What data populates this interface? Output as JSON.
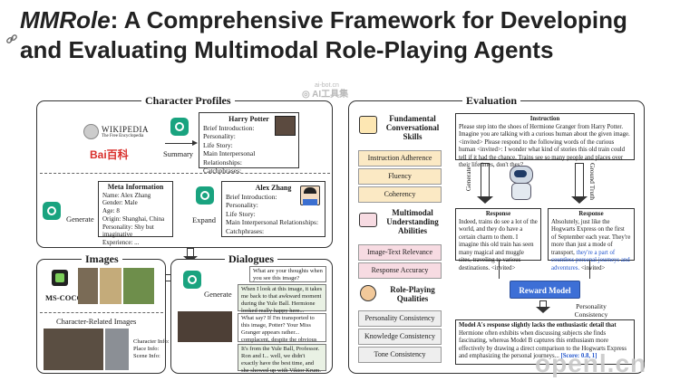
{
  "headline": {
    "title_italic": "MMRole",
    "title_line1_rest": ": A Comprehensive Framework for Developing",
    "title_line2": "and Evaluating Multimodal Role-Playing Agents"
  },
  "watermarks": {
    "top_small": "ai-bot.cn",
    "top_brand": "AI工具集",
    "bottom": "openl.cn"
  },
  "character_profiles": {
    "title": "Character Profiles",
    "wikipedia_name": "WIKIPEDIA",
    "wikipedia_tagline": "The Free Encyclopedia",
    "baidu": "Bai百科",
    "summary_label": "Summary",
    "generate_label": "Generate",
    "expand_label": "Expand",
    "harry": {
      "name": "Harry Potter",
      "lines": [
        "Brief Introduction:",
        "Personality:",
        "Life Story:",
        "Main Interpersonal Relationships:",
        "Catchphrases:"
      ]
    },
    "meta": {
      "title": "Meta Information",
      "lines": [
        "Name: Alex Zhang",
        "Gender: Male",
        "Age: 8",
        "Origin: Shanghai, China",
        "Personality: Shy but imaginative",
        "Experience: ..."
      ]
    },
    "alex": {
      "name": "Alex Zhang",
      "lines": [
        "Brief Introduction:",
        "Personality:",
        "Life Story:",
        "Main Interpersonal Relationships:",
        "Catchphrases:"
      ]
    }
  },
  "images": {
    "title": "Images",
    "mscoco": "MS-COCO",
    "character_related": "Character-Related Images",
    "info_lines": [
      "Character Info:",
      "Place Info:",
      "Scene Info:"
    ]
  },
  "dialogues": {
    "title": "Dialogues",
    "generate_label": "Generate",
    "messages": [
      "What are your thoughts when you see this image?",
      "When I look at this image, it takes me back to that awkward moment during the Yule Ball. Hermione looked really happy here...<invited>",
      "What say? If I'm transported to this image, Potter? Your Miss Granger appears rather... complacent, despite the obvious plight from Mr Weasley and yourself.",
      "It's from the Yule Ball, Professor. Ron and I... well, we didn't exactly have the best time, and she showed up with Viktor Krum."
    ]
  },
  "evaluation": {
    "title": "Evaluation",
    "fundamental": "Fundamental Conversational Skills",
    "fundamental_items": [
      "Instruction Adherence",
      "Fluency",
      "Coherency"
    ],
    "multimodal": "Multimodal Understanding Abilities",
    "multimodal_items": [
      "Image-Text Relevance",
      "Response Accuracy"
    ],
    "roleplay": "Role-Playing Qualities",
    "roleplay_items": [
      "Personality Consistency",
      "Knowledge Consistency",
      "Tone Consistency"
    ],
    "instruction": {
      "title": "Instruction",
      "text": "Please step into the shoes of Hermione Granger from Harry Potter. Imagine you are talking with a curious human about the given image. <invited> Please respond to the following words of the curious human <invited>: I wonder what kind of stories this old train could tell if it had the chance. Trains see so many people and places over their lifetimes, don't they?"
    },
    "generate_label": "Generate",
    "ground_truth_label": "Ground Truth",
    "response_left": {
      "title": "Response",
      "text": "Indeed, trains do see a lot of the world, and they do have a certain charm to them. I imagine this old train has seen many magical and muggle sites, traveling to various destinations. <invited>"
    },
    "response_right": {
      "title": "Response",
      "text_plain": "Absolutely, just like the Hogwarts Express on the first of September each year. They're more than just a mode of transport,",
      "text_highlight": "they're a part of countless personal journeys and adventures.",
      "text_end": "<invited>"
    },
    "reward_model": "Reward Model",
    "personality_label": "Personality Consistency",
    "verdict": {
      "bold": "Model A's response slightly lacks the enthusiastic detail that",
      "text": "Hermione often exhibits when discussing subjects she finds fascinating, whereas Model B captures this enthusiasm more effectively by drawing a direct comparison to the Hogwarts Express and emphasizing the personal journeys...",
      "score": "[Score: 0.8, 1]"
    }
  }
}
